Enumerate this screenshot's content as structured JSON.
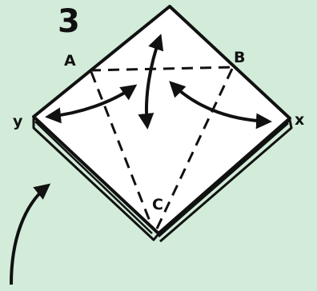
{
  "background_color": "#d2ecd9",
  "paper_color": "#ffffff",
  "ink_color": "#111111",
  "step_number": "3",
  "point_labels": {
    "a": "A",
    "b": "B",
    "c": "C",
    "x": "x",
    "y": "y"
  }
}
